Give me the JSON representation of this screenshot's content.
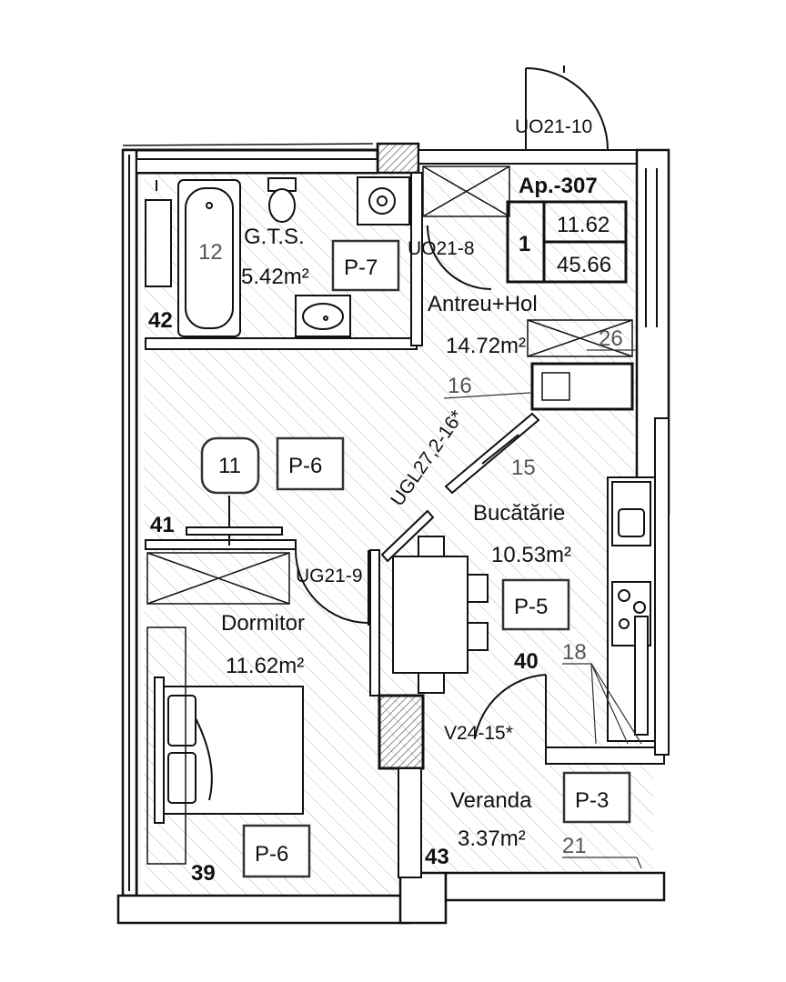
{
  "apartment": {
    "title": "Ap.-307",
    "rooms_count": "1",
    "area_living": "11.62",
    "area_total": "45.66"
  },
  "rooms": {
    "gts": {
      "name": "G.T.S.",
      "area": "5.42m²",
      "tag": "P-7",
      "number": "12"
    },
    "antreu": {
      "name": "Antreu+Hol",
      "area": "14.72m²",
      "number": "16"
    },
    "living": {
      "number": "11",
      "tag": "P-6"
    },
    "bucatarie": {
      "name": "Bucătărie",
      "area": "10.53m²",
      "tag": "P-5",
      "number": "15"
    },
    "dormitor": {
      "name": "Dormitor",
      "area": "11.62m²",
      "tag": "P-6"
    },
    "veranda": {
      "name": "Veranda",
      "area": "3.37m²",
      "tag": "P-3",
      "number": "21"
    }
  },
  "doors": {
    "entrance": "UO21-10",
    "bath": "UO21-8",
    "bedroom": "UG21-9",
    "kitchen_glass": "UGL27,2-16*",
    "veranda": "V24-15*"
  },
  "markers": {
    "m26": "26",
    "m18": "18",
    "m40": "40",
    "m41": "41",
    "m42": "42",
    "m43": "43",
    "m39": "39"
  }
}
